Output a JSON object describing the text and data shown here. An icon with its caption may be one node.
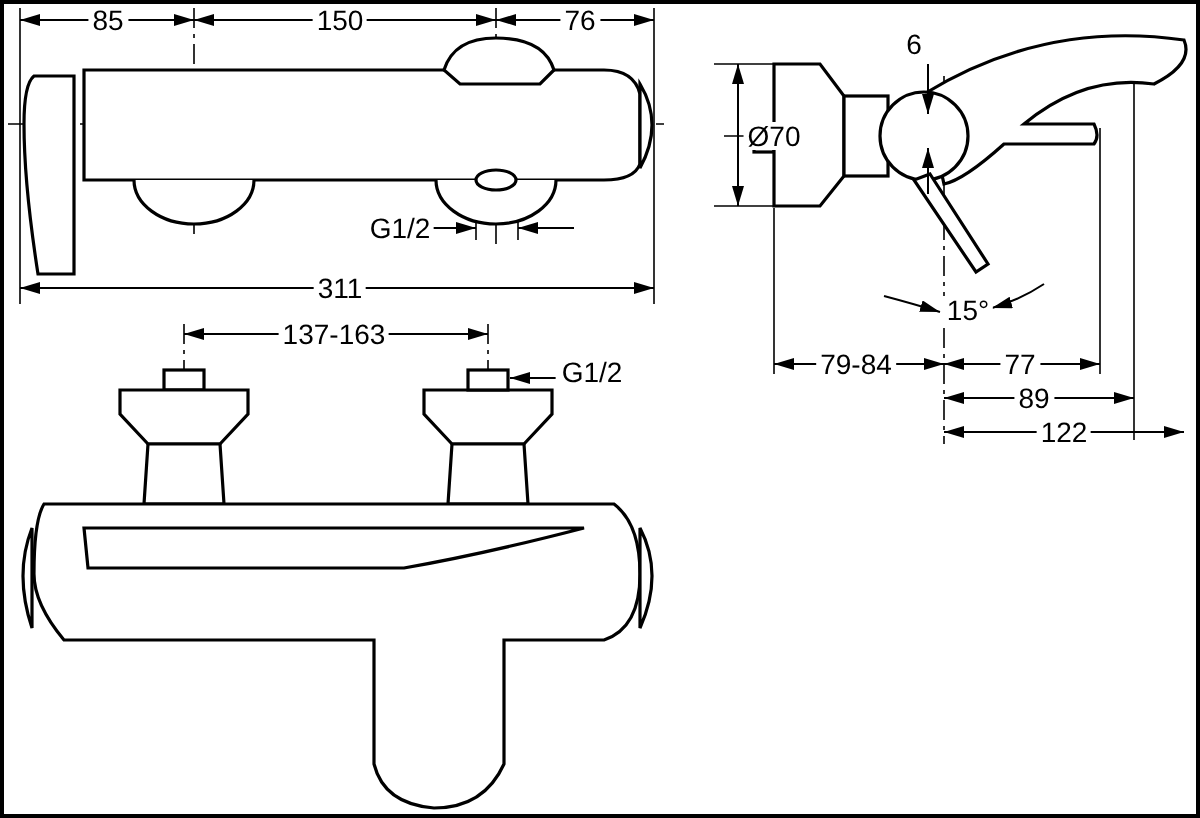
{
  "diagram": {
    "nodes": [
      {
        "text": [
          "G1/2"
        ]
      },
      {
        "text": [],
        "shape": "box"
      }
    ],
    "edges": [
      {
        "from": 0,
        "to": 1,
        "arrow": "to"
      }
    ],
    "labels": [
      "85",
      "150",
      "76",
      "6",
      "Ø70",
      "G1/2",
      "311",
      "15°",
      "137-163",
      "79-84",
      "77",
      "89",
      "122"
    ]
  }
}
